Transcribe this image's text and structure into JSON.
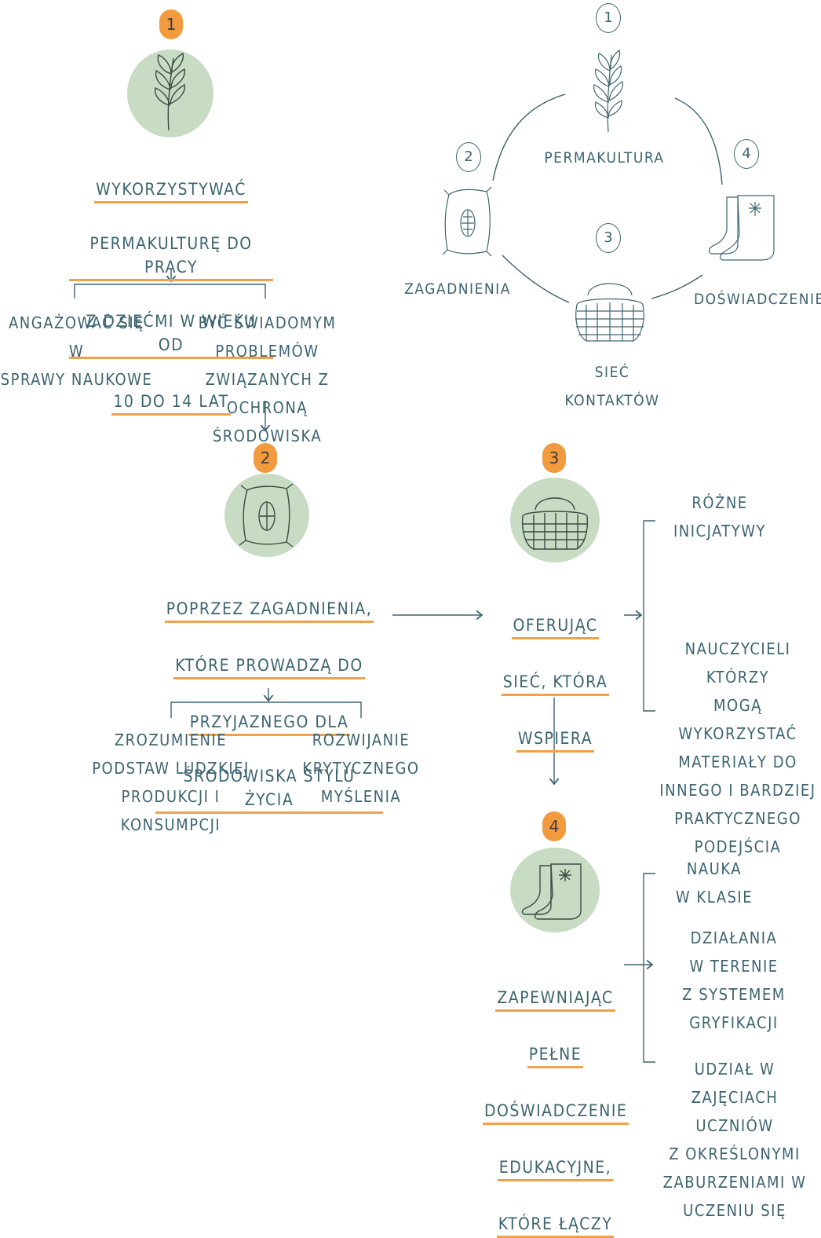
{
  "colors": {
    "text": "#3d6470",
    "accent": "#f29a3e",
    "blob": "#c7dcc3"
  },
  "cycle": {
    "nodes": [
      {
        "num": "1",
        "label": "PERMAKULTURA",
        "icon": "leaf-icon"
      },
      {
        "num": "2",
        "label": "ZAGADNIENIA",
        "icon": "corn-sack-icon"
      },
      {
        "num": "3",
        "label": "SIEĆ\nKONTAKTÓW",
        "icon": "basket-icon"
      },
      {
        "num": "4",
        "label": "DOŚWIADCZENIE",
        "icon": "boots-icon"
      }
    ]
  },
  "step1": {
    "badge": "1",
    "icon": "leaf-icon",
    "lines": [
      "WYKORZYSTYWAĆ",
      "PERMAKULTURĘ DO PRACY",
      "Z DZIEĆMI W WIEKU OD",
      "10 DO 14 LAT"
    ],
    "branch_left": "ANGAŻOWAĆ SIĘ W\nSPRAWY NAUKOWE",
    "branch_right": "BYĆ ŚWIADOMYM PROBLEMÓW\nZWIĄZANYCH Z OCHRONĄ\nŚRODOWISKA"
  },
  "step2": {
    "badge": "2",
    "icon": "corn-sack-icon",
    "lines": [
      "POPRZEZ ZAGADNIENIA,",
      "KTÓRE PROWADZĄ DO",
      "PRZYJAZNEGO DLA",
      "ŚRODOWISKA STYLU ŻYCIA"
    ],
    "branch_left": "ZROZUMIENIE\nPODSTAW LUDZKIEJ\nPRODUKCJI I\nKONSUMPCJI",
    "branch_right": "ROZWIJANIE\nKRYTYCZNEGO\nMYŚLENIA"
  },
  "step3": {
    "badge": "3",
    "icon": "basket-icon",
    "lines": [
      "OFERUJĄC",
      "SIEĆ, KTÓRA",
      "WSPIERA"
    ],
    "items": [
      "RÓŻNE\nINICJATYWY",
      "NAUCZYCIELI KTÓRZY\nMOGĄ WYKORZYSTAĆ\nMATERIAŁY DO\nINNEGO I BARDZIEJ\nPRAKTYCZNEGO\nPODEJŚCIA"
    ]
  },
  "step4": {
    "badge": "4",
    "icon": "boots-icon",
    "lines": [
      "ZAPEWNIAJĄC",
      "PEŁNE",
      "DOŚWIADCZENIE",
      "EDUKACYJNE,",
      "KTÓRE ŁĄCZY"
    ],
    "items": [
      "NAUKA\nW KLASIE",
      "DZIAŁANIA\nW TERENIE\nZ SYSTEMEM\nGRYFIKACJI",
      "UDZIAŁ W\nZAJĘCIACH UCZNIÓW\nZ OKREŚLONYMI\nZABURZENIAMI W\nUCZENIU SIĘ"
    ]
  }
}
